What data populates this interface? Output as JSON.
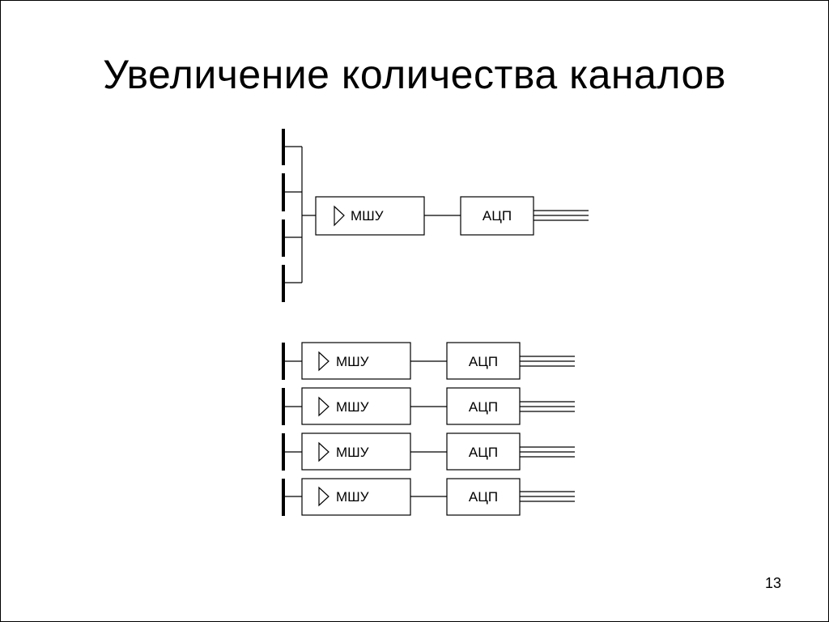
{
  "slide": {
    "title": "Увеличение количества каналов",
    "page_number": "13"
  },
  "diagram": {
    "combined": {
      "antenna_elements": 4,
      "lna_label": "МШУ",
      "adc_label": "АЦП"
    },
    "separate_channels": [
      {
        "lna_label": "МШУ",
        "adc_label": "АЦП"
      },
      {
        "lna_label": "МШУ",
        "adc_label": "АЦП"
      },
      {
        "lna_label": "МШУ",
        "adc_label": "АЦП"
      },
      {
        "lna_label": "МШУ",
        "adc_label": "АЦП"
      }
    ]
  }
}
